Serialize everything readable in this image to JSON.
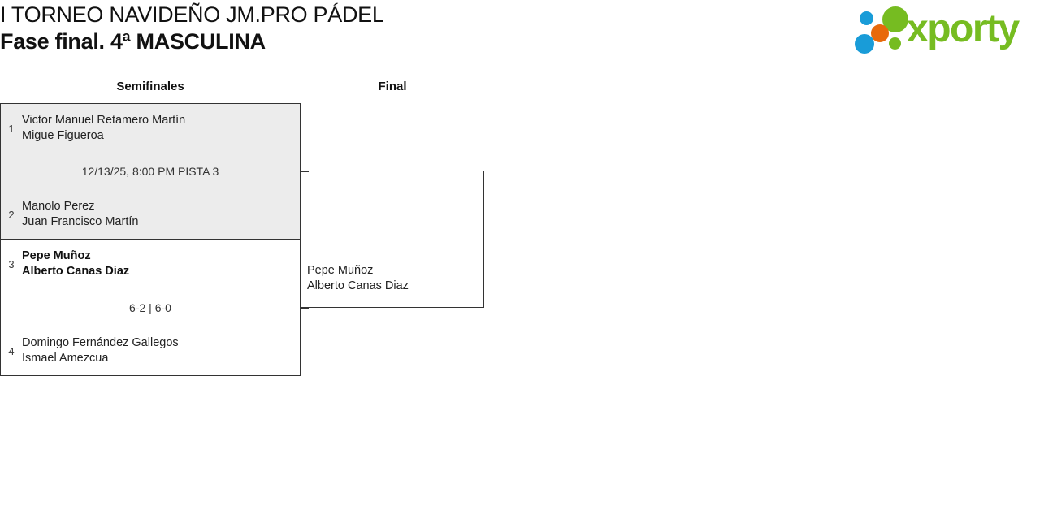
{
  "header": {
    "title_line1": "I TORNEO NAVIDEÑO JM.PRO PÁDEL",
    "title_line2": "Fase final. 4ª MASCULINA",
    "logo_word": "xporty",
    "logo_colors": {
      "green": "#76bc21",
      "blue": "#199cd8",
      "orange": "#e8690b"
    }
  },
  "bracket": {
    "rounds": [
      {
        "label": "Semifinales"
      },
      {
        "label": "Final"
      }
    ],
    "matches": {
      "semifinal_1": {
        "meta": "12/13/25, 8:00 PM PISTA 3",
        "team_top": {
          "seed": "1",
          "player1": "Victor Manuel Retamero Martín",
          "player2": "Migue Figueroa"
        },
        "team_bottom": {
          "seed": "2",
          "player1": "Manolo Perez",
          "player2": "Juan Francisco Martín"
        }
      },
      "semifinal_2": {
        "meta": "6-2 | 6-0",
        "team_top": {
          "seed": "3",
          "player1": "Pepe Muñoz",
          "player2": "Alberto Canas Diaz"
        },
        "team_bottom": {
          "seed": "4",
          "player1": "Domingo Fernández Gallegos",
          "player2": "Ismael Amezcua"
        }
      },
      "final": {
        "team_bottom": {
          "player1": "Pepe Muñoz",
          "player2": "Alberto Canas Diaz"
        }
      }
    }
  }
}
